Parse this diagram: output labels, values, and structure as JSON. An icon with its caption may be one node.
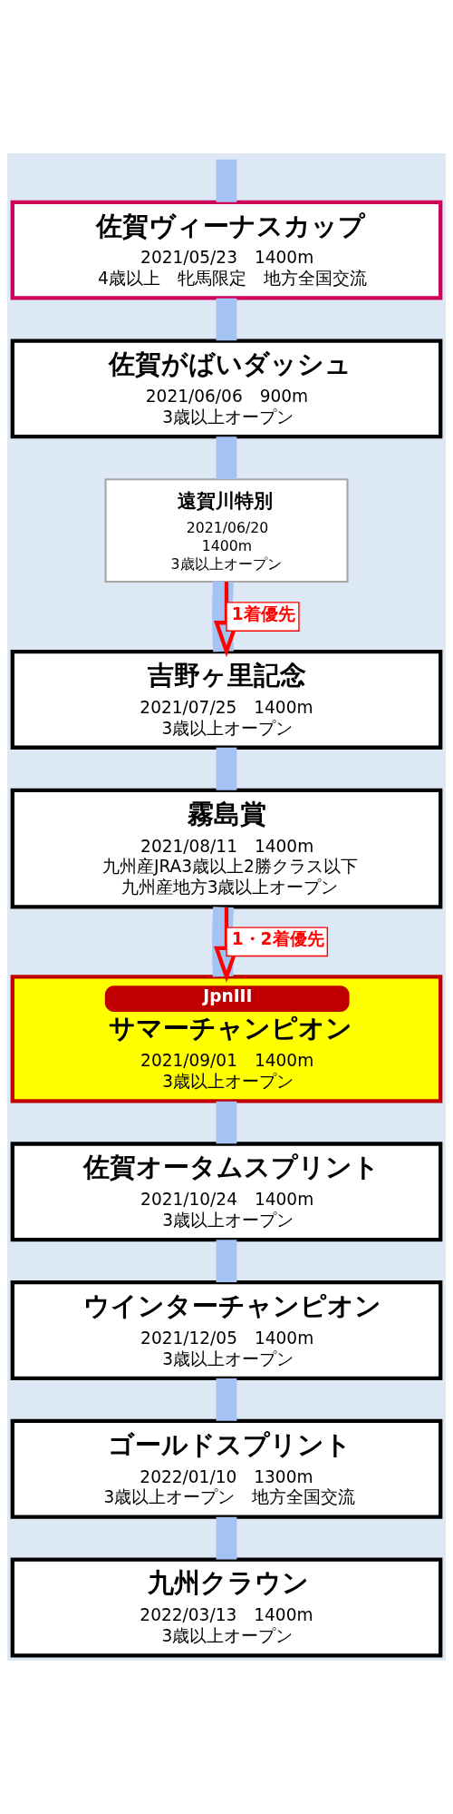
{
  "diagram": {
    "nodes": [
      {
        "text": [
          "佐賀ヴィーナスカップ",
          "2021/05/23　1400m",
          "4歳以上　牝馬限定　地方全国交流"
        ]
      },
      {
        "text": [
          "佐賀がばいダッシュ",
          "2021/06/06　900m",
          "3歳以上オープン"
        ]
      },
      {
        "text": [
          "遠賀川特別",
          "2021/06/20",
          "1400m",
          "3歳以上オープン"
        ]
      },
      {
        "text": [
          "吉野ヶ里記念",
          "2021/07/25　1400m",
          "3歳以上オープン"
        ]
      },
      {
        "text": [
          "霧島賞",
          "2021/08/11　1400m",
          "九州産JRA3歳以上2勝クラス以下",
          "九州産地方3歳以上オープン"
        ]
      },
      {
        "text": [
          "JpnIII",
          "サマーチャンピオン",
          "2021/09/01　1400m",
          "3歳以上オープン"
        ]
      },
      {
        "text": [
          "佐賀オータムスプリント",
          "2021/10/24　1400m",
          "3歳以上オープン"
        ]
      },
      {
        "text": [
          "ウインターチャンピオン",
          "2021/12/05　1400m",
          "3歳以上オープン"
        ]
      },
      {
        "text": [
          "ゴールドスプリント",
          "2022/01/10　1300m",
          "3歳以上オープン　地方全国交流"
        ]
      },
      {
        "text": [
          "九州クラウン",
          "2022/03/13　1400m",
          "3歳以上オープン"
        ]
      }
    ],
    "edges": [
      {
        "from": null,
        "to": 0,
        "arrow": "none"
      },
      {
        "from": 0,
        "to": 1,
        "arrow": "none"
      },
      {
        "from": 1,
        "to": 2,
        "arrow": "none"
      },
      {
        "from": 2,
        "to": 3,
        "arrow": "none"
      },
      {
        "from": 2,
        "to": 3,
        "arrow": "to",
        "label": "1着優先",
        "color": "#ff0000"
      },
      {
        "from": 3,
        "to": 4,
        "arrow": "none"
      },
      {
        "from": 4,
        "to": 5,
        "arrow": "none"
      },
      {
        "from": 4,
        "to": 5,
        "arrow": "to",
        "label": "1・2着優先",
        "color": "#ff0000"
      },
      {
        "from": 5,
        "to": 6,
        "arrow": "none"
      },
      {
        "from": 6,
        "to": 7,
        "arrow": "none"
      },
      {
        "from": 7,
        "to": 8,
        "arrow": "none"
      },
      {
        "from": 8,
        "to": 9,
        "arrow": "none"
      }
    ]
  }
}
